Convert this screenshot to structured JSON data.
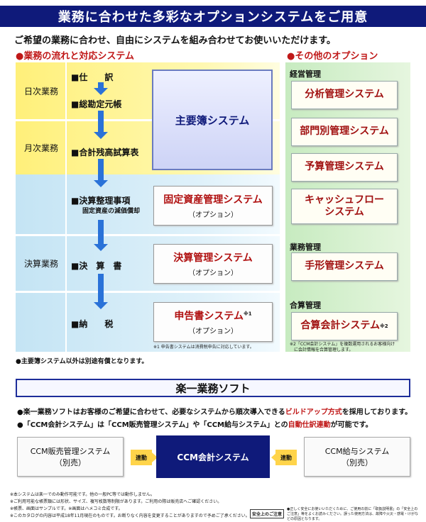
{
  "banner": "業務に合わせた多彩なオプションシステムをご用意",
  "intro": "ご希望の業務に合わせ、自由にシステムを組み合わせてお使いいただけます。",
  "flow_heading": "●業務の流れと対応システム",
  "other_heading": "●その他のオプション",
  "categories": {
    "daily": "日次業務",
    "monthly": "月次業務",
    "closing": "決算業務"
  },
  "steps": {
    "shiwake": "■仕　　訳",
    "souchou": "■総勘定元帳",
    "goukei": "■合計残高試算表",
    "seiri": "■決算整理事項",
    "seiri_sub": "固定資産の減価償却",
    "kessansho": "■決　算　書",
    "nouzei": "■納　　税"
  },
  "main_system": "主要簿システム",
  "options": {
    "kotei": {
      "title": "固定資産管理システム",
      "sub": "（オプション）"
    },
    "kessan": {
      "title": "決算管理システム",
      "sub": "（オプション）"
    },
    "shinkoku": {
      "title": "申告書システム",
      "mark": "※1",
      "sub": "（オプション）"
    }
  },
  "note1": "※1 申告書システムは消費税申告に対応しています。",
  "groups": {
    "keiei": "経営管理",
    "gyoumu": "業務管理",
    "goukei": "合算管理"
  },
  "right_systems": {
    "bunseki": "分析管理システム",
    "bumon": "部門別管理システム",
    "yosan": "予算管理システム",
    "cashflow_1": "キャッシュフロー",
    "cashflow_2": "システム",
    "tegata": "手形管理システム",
    "gassan": "合算会計システム",
    "gassan_mark": "※2"
  },
  "note2_line1": "※2「CCM会計システム」を複数運用されるお客様向け",
  "note2_line2": "に会計情報を合算管理します。",
  "main_note": "●主要簿システム以外は別途有償となります。",
  "section_title": "楽一業務ソフト",
  "bullet1_pre": "●楽一業務ソフトはお客様のご希望に合わせて、必要なシステムから順次導入できる",
  "bullet1_red": "ビルドアップ方式",
  "bullet1_post": "を採用しております。",
  "bullet2_pre": "●「CCM会計システム」は「CCM販売管理システム」や「CCM給与システム」との",
  "bullet2_red": "自動仕訳連動",
  "bullet2_post": "が可能です。",
  "hanbai_1": "CCM販売管理システム",
  "hanbai_2": "（別売）",
  "ccm_kaikei": "CCM会計システム",
  "kyuyo_1": "CCM給与システム",
  "kyuyo_2": "（別売）",
  "rendo": "連動",
  "footnotes": [
    "※本システムは楽一でのみ動作可能です。他の一般PC等では動作しません。",
    "※ご利用可能な帳票類には形状、サイズ、複写枚数等制限があります。ご利用の際は販売店へご確認ください。",
    "※帳票、画面はサンプルです。※画面はハメコミ合成です。",
    "※このカタログの内容は平成18年11月現在のものです。お断りなく内容を変更することがありますので予めご了承ください。"
  ],
  "safety_label": "安全上のご注意",
  "safety_text": "●正しく安全にお使いいただくために、ご使用の前に「取扱説明書」の「安全上のご注意」等をよくお読みください。誤った使用方法は、故障や火災・感電・けがなどの原因となります。",
  "colors": {
    "navy": "#0f1a7a",
    "red": "#c01818",
    "arrow_blue": "#2a72d8",
    "yellow": "#fff07a",
    "light_blue": "#c4e4f4",
    "green": "#c7ebc0"
  }
}
